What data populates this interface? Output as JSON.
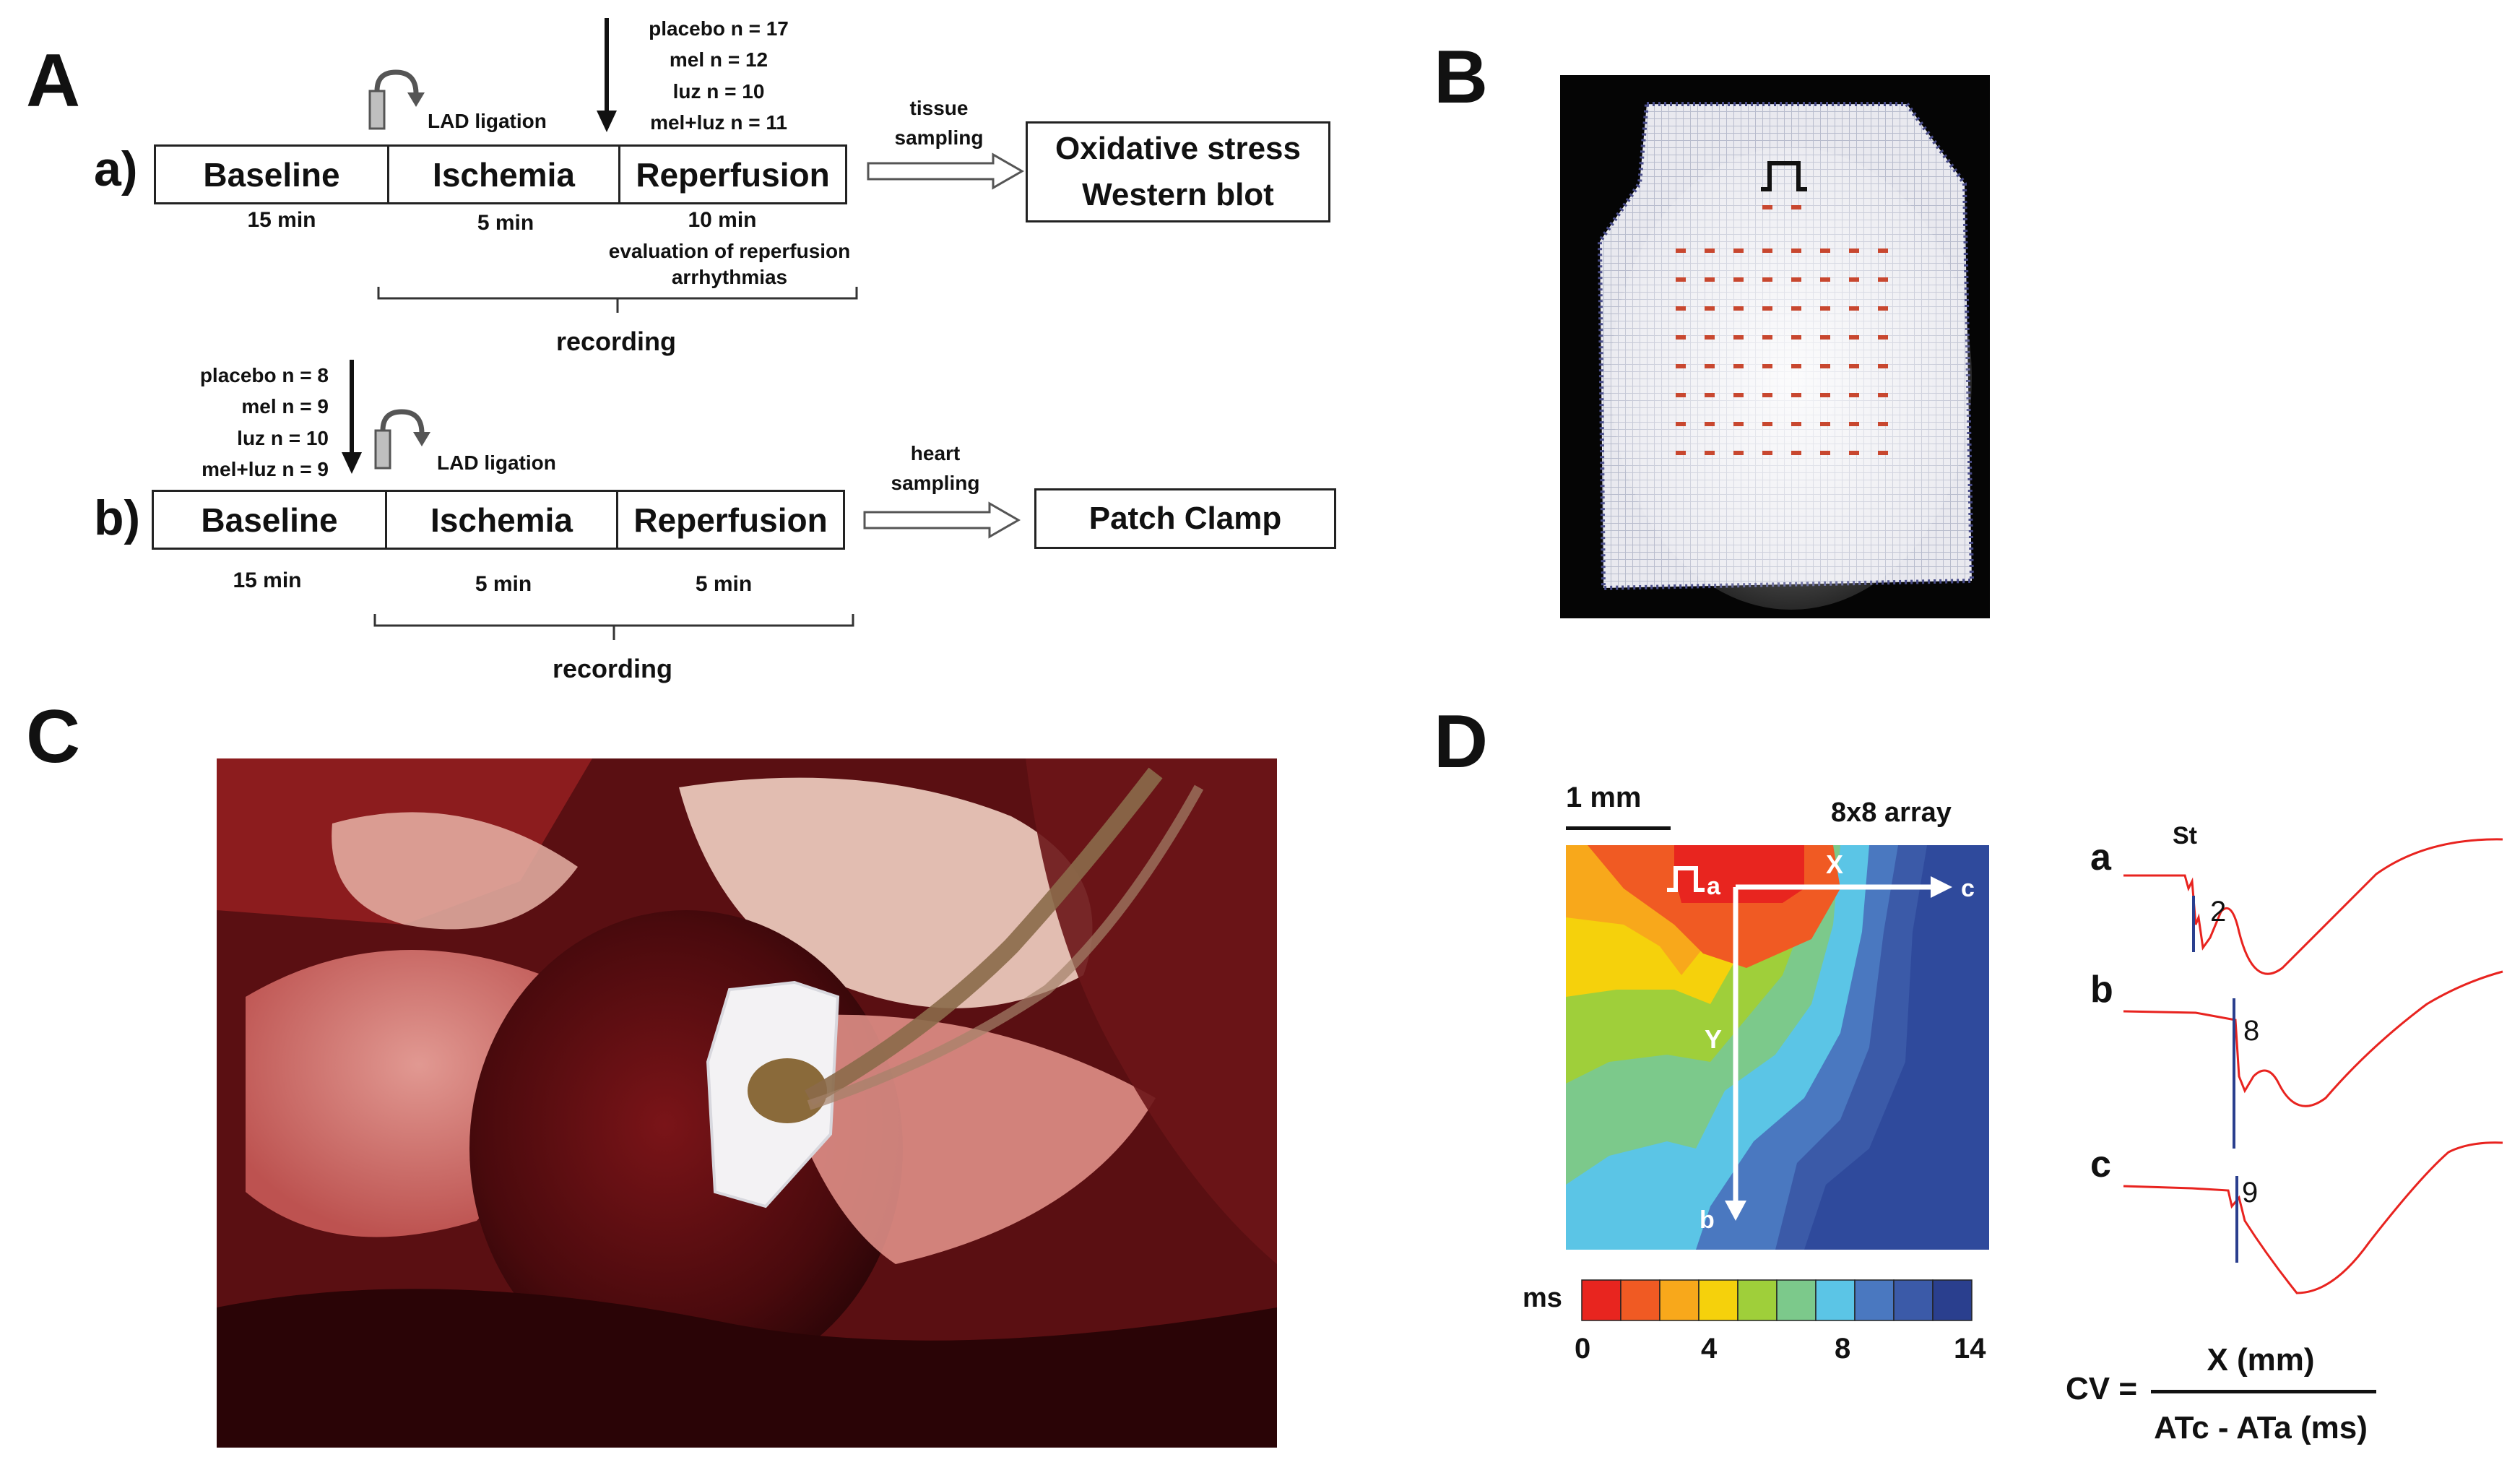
{
  "panels": {
    "A": "A",
    "B": "B",
    "C": "C",
    "D": "D"
  },
  "protocol_a": {
    "row_label": "a)",
    "phases": [
      "Baseline",
      "Ischemia",
      "Reperfusion"
    ],
    "durations": [
      "15 min",
      "5 min",
      "10 min"
    ],
    "reperfusion_note": "evaluation of reperfusion arrhythmias",
    "ligation_label": "LAD ligation",
    "groups": [
      "placebo n = 17",
      "mel n = 12",
      "luz n = 10",
      "mel+luz n = 11"
    ],
    "sampling_label": [
      "tissue",
      "sampling"
    ],
    "output": [
      "Oxidative stress",
      "Western blot"
    ],
    "recording_label": "recording"
  },
  "protocol_b": {
    "row_label": "b)",
    "phases": [
      "Baseline",
      "Ischemia",
      "Reperfusion"
    ],
    "durations": [
      "15 min",
      "5 min",
      "5 min"
    ],
    "ligation_label": "LAD ligation",
    "groups": [
      "placebo n = 8",
      "mel n = 9",
      "luz n = 10",
      "mel+luz n = 9"
    ],
    "sampling_label": [
      "heart",
      "sampling"
    ],
    "output": [
      "Patch Clamp"
    ],
    "recording_label": "recording"
  },
  "panel_d": {
    "scale_bar_label": "1 mm",
    "array_label": "8x8 array",
    "map_labels": {
      "a": "a",
      "b": "b",
      "c": "c",
      "x": "X",
      "y": "Y"
    },
    "colorbar_unit": "ms",
    "colorbar_ticks": [
      "0",
      "4",
      "8",
      "14"
    ],
    "colorbar_colors": [
      "#e8251f",
      "#f05a23",
      "#f8a81b",
      "#f5d10c",
      "#9fcf3a",
      "#7cc98b",
      "#5bc5e6",
      "#4a78c0",
      "#3b5aa8",
      "#2a3f8e"
    ],
    "traces": [
      {
        "label": "a",
        "value": "2"
      },
      {
        "label": "b",
        "value": "8"
      },
      {
        "label": "c",
        "value": "9"
      }
    ],
    "stim_label": "St",
    "formula": {
      "lhs": "CV =",
      "numerator": "X (mm)",
      "denominator": "ATc - ATa (ms)"
    }
  }
}
